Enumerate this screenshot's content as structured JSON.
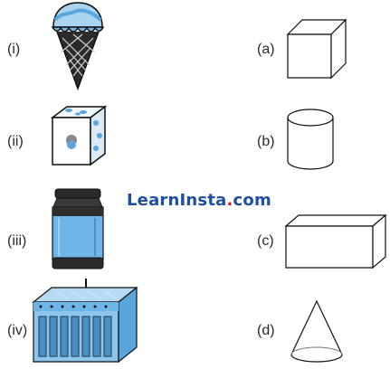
{
  "left_labels": [
    "(i)",
    "(ii)",
    "(iii)",
    "(iv)"
  ],
  "right_labels": [
    "(a)",
    "(b)",
    "(c)",
    "(d)"
  ],
  "left_items": [
    "ice-cream-cone",
    "dice",
    "jar",
    "box-container"
  ],
  "right_items": [
    "cube",
    "cylinder",
    "cuboid",
    "cone"
  ],
  "watermark": {
    "part1": "LearnInsta",
    "part2": ".",
    "part3": "com"
  },
  "colors": {
    "accent_blue": "#6fb6e8",
    "outline": "#111111",
    "watermark_blue": "#1e4fa3",
    "watermark_red": "#d2232a"
  }
}
